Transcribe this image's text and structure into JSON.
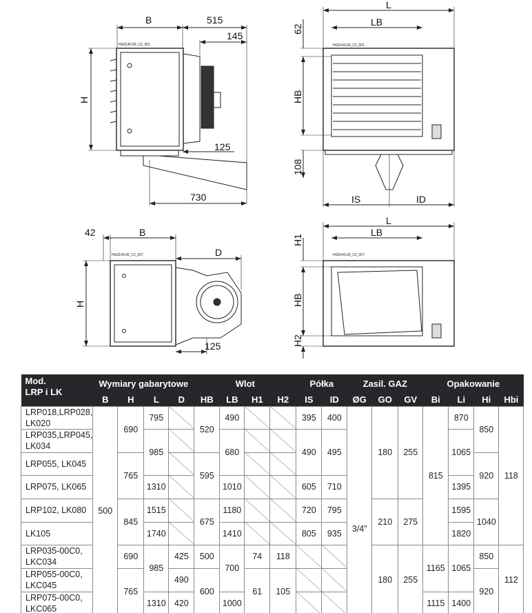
{
  "drawings": {
    "side_view": {
      "code": "HG0140.00_C2_001",
      "B": "B",
      "d515": "515",
      "d145": "145",
      "H": "H",
      "d125": "125",
      "d730": "730"
    },
    "front_view": {
      "code": "HG0140.00_C2_001",
      "L": "L",
      "LB": "LB",
      "d62": "62",
      "HB": "HB",
      "d108": "108",
      "IS": "IS",
      "ID": "ID"
    },
    "side_view_c": {
      "code": "HG0140.00_C2_007",
      "d42": "42",
      "B": "B",
      "D": "D",
      "H": "H",
      "d125": "125"
    },
    "front_view_c": {
      "code": "HG0140.00_C2_007",
      "L": "L",
      "LB": "LB",
      "H1": "H1",
      "HB": "HB",
      "H2": "H2"
    }
  },
  "table": {
    "model_header": [
      "Mod.",
      "LRP i LK"
    ],
    "groups": [
      {
        "label": "Wymiary gabarytowe",
        "cols": 4
      },
      {
        "label": "Wlot",
        "cols": 4
      },
      {
        "label": "Półka",
        "cols": 2
      },
      {
        "label": "Zasil. GAZ",
        "cols": 3
      },
      {
        "label": "Opakowanie",
        "cols": 4
      }
    ],
    "columns": [
      "B",
      "H",
      "L",
      "D",
      "HB",
      "LB",
      "H1",
      "H2",
      "IS",
      "ID",
      "ØG",
      "GO",
      "GV",
      "Bi",
      "Li",
      "Hi",
      "Hbi"
    ],
    "rows": [
      [
        {
          "v": "LRP018,LRP028, LK020",
          "model": true
        },
        {
          "v": "500",
          "span": 9
        },
        {
          "v": "690",
          "span": 2
        },
        {
          "v": "795"
        },
        {
          "slash": true
        },
        {
          "v": "520",
          "span": 2
        },
        {
          "v": "490"
        },
        {
          "slash": true
        },
        {
          "slash": true
        },
        {
          "v": "395"
        },
        {
          "v": "400"
        },
        {
          "v": "3/4\"",
          "span": 9
        },
        {
          "v": "180",
          "span": 4
        },
        {
          "v": "255",
          "span": 4
        },
        {
          "v": "815",
          "span": 6
        },
        {
          "v": "870"
        },
        {
          "v": "850",
          "span": 2
        },
        {
          "v": "118",
          "span": 6
        }
      ],
      [
        {
          "v": "LRP035,LRP045, LK034",
          "model": true
        },
        {
          "v": "985",
          "span": 2
        },
        {
          "slash": true
        },
        {
          "v": "680",
          "span": 2
        },
        {
          "slash": true
        },
        {
          "slash": true
        },
        {
          "v": "490",
          "span": 2
        },
        {
          "v": "495",
          "span": 2
        },
        {
          "v": "1065",
          "span": 2
        }
      ],
      [
        {
          "v": "LRP055, LK045",
          "model": true
        },
        {
          "v": "765",
          "span": 2
        },
        {
          "slash": true
        },
        {
          "v": "595",
          "span": 2
        },
        {
          "slash": true
        },
        {
          "slash": true
        },
        {
          "v": "920",
          "span": 2
        }
      ],
      [
        {
          "v": "LRP075, LK065",
          "model": true
        },
        {
          "v": "1310"
        },
        {
          "slash": true
        },
        {
          "v": "1010"
        },
        {
          "slash": true
        },
        {
          "slash": true
        },
        {
          "v": "605"
        },
        {
          "v": "710"
        },
        {
          "v": "1395"
        }
      ],
      [
        {
          "v": "LRP102, LK080",
          "model": true
        },
        {
          "v": "845",
          "span": 2
        },
        {
          "v": "1515"
        },
        {
          "slash": true
        },
        {
          "v": "675",
          "span": 2
        },
        {
          "v": "1180"
        },
        {
          "slash": true
        },
        {
          "slash": true
        },
        {
          "v": "720"
        },
        {
          "v": "795"
        },
        {
          "v": "210",
          "span": 2
        },
        {
          "v": "275",
          "span": 2
        },
        {
          "v": "1595"
        },
        {
          "v": "1040",
          "span": 2
        }
      ],
      [
        {
          "v": "LK105",
          "model": true
        },
        {
          "v": "1740"
        },
        {
          "slash": true
        },
        {
          "v": "1410"
        },
        {
          "slash": true
        },
        {
          "slash": true
        },
        {
          "v": "805"
        },
        {
          "v": "935"
        },
        {
          "v": "1820"
        }
      ],
      [
        {
          "v": "LRP035-00C0, LKC034",
          "model": true
        },
        {
          "v": "690"
        },
        {
          "v": "985",
          "span": 2
        },
        {
          "v": "425"
        },
        {
          "v": "500"
        },
        {
          "v": "700",
          "span": 2
        },
        {
          "v": "74"
        },
        {
          "v": "118"
        },
        {
          "slash": true
        },
        {
          "slash": true
        },
        {
          "v": "180",
          "span": 3
        },
        {
          "v": "255",
          "span": 3
        },
        {
          "v": "1165",
          "span": 2
        },
        {
          "v": "1065",
          "span": 2
        },
        {
          "v": "850"
        },
        {
          "v": "112",
          "span": 3
        }
      ],
      [
        {
          "v": "LRP055-00C0, LKC045",
          "model": true
        },
        {
          "v": "765",
          "span": 2
        },
        {
          "v": "490"
        },
        {
          "v": "600",
          "span": 2
        },
        {
          "v": "61",
          "span": 2
        },
        {
          "v": "105",
          "span": 2
        },
        {
          "slash": true
        },
        {
          "slash": true
        },
        {
          "v": "920",
          "span": 2
        }
      ],
      [
        {
          "v": "LRP075-00C0, LKC065",
          "model": true
        },
        {
          "v": "1310"
        },
        {
          "v": "420"
        },
        {
          "v": "1000"
        },
        {
          "slash": true
        },
        {
          "slash": true
        },
        {
          "v": "1115"
        },
        {
          "v": "1400"
        }
      ]
    ]
  }
}
